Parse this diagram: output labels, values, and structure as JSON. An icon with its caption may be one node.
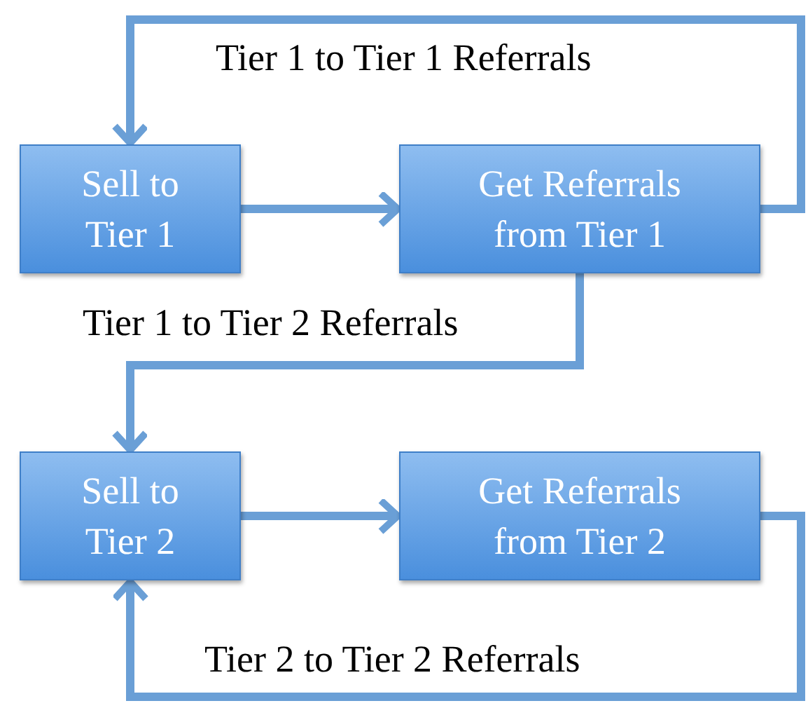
{
  "diagram": {
    "nodes": [
      {
        "text": [
          "Sell to Tier 1"
        ]
      },
      {
        "text": [
          "Get Referrals from Tier 1"
        ]
      },
      {
        "text": [
          "Sell to Tier 2"
        ]
      },
      {
        "text": [
          "Get Referrals from Tier 2"
        ]
      }
    ],
    "edges": [
      {
        "from": 0,
        "to": 1,
        "arrow": "to"
      },
      {
        "from": 1,
        "to": 0,
        "arrow": "to",
        "label": "Tier 1 to Tier 1 Referrals"
      },
      {
        "from": 1,
        "to": 2,
        "arrow": "to",
        "label": "Tier 1 to Tier 2 Referrals"
      },
      {
        "from": 2,
        "to": 3,
        "arrow": "to"
      },
      {
        "from": 3,
        "to": 2,
        "arrow": "to",
        "label": "Tier 2 to Tier 2 Referrals"
      }
    ]
  }
}
